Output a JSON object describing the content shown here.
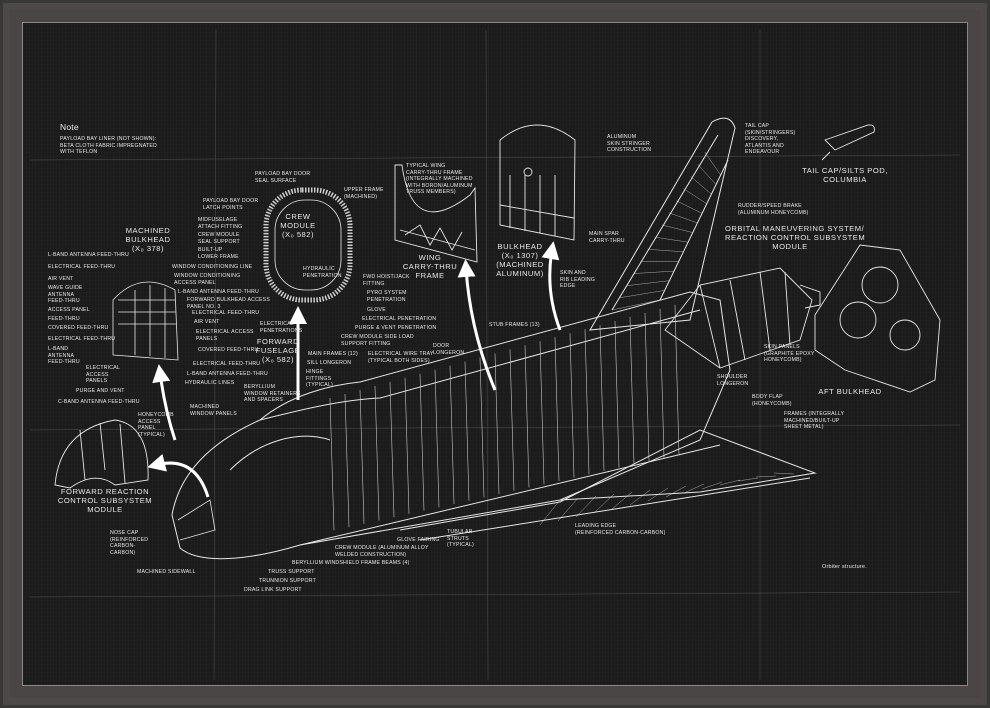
{
  "note": {
    "title": "Note",
    "text": "PAYLOAD BAY LINER (NOT SHOWN):\nBETA CLOTH FABRIC IMPREGNATED\nWITH TEFLON"
  },
  "titles": {
    "machined_bulkhead": "MACHINED\nBULKHEAD\n(X₀ 378)",
    "crew_module": "CREW\nMODULE\n(X₀ 582)",
    "forward_fuselage": "FORWARD\nFUSELAGE\n(X₀ 582)",
    "wing_carry_thru": "WING\nCARRY-THRU\nFRAME",
    "bulkhead_1307": "BULKHEAD\n(X₀ 1307)\n(MACHINED\nALUMINUM)",
    "tail_cap_columbia": "TAIL CAP/SILTS POD,\nCOLUMBIA",
    "oms_rcs": "ORBITAL MANEUVERING SYSTEM/\nREACTION CONTROL SUBSYSTEM\nMODULE",
    "aft_bulkhead": "AFT BULKHEAD",
    "forward_rcs": "FORWARD REACTION\nCONTROL SUBSYSTEM\nMODULE"
  },
  "bulkhead_labels_left": [
    "L-BAND ANTENNA FEED-THRU",
    "ELECTRICAL FEED-THRU",
    "AIR VENT",
    "WAVE GUIDE\nANTENNA\nFEED-THRU",
    "ACCESS PANEL",
    "FEED-THRU",
    "COVERED FEED-THRU",
    "ELECTRICAL FEED-THRU",
    "L-BAND\nANTENNA\nFEED-THRU",
    "ELECTRICAL\nACCESS\nPANELS",
    "PURGE AND VENT",
    "C-BAND ANTENNA FEED-THRU"
  ],
  "bulkhead_labels_right": [
    "WINDOW CONDITIONING LINE",
    "WINDOW CONDITIONING\nACCESS PANEL",
    "L-BAND ANTENNA FEED-THRU",
    "FORWARD BULKHEAD ACCESS\nPANEL NO. 3",
    "ELECTRICAL FEED-THRU",
    "AIR VENT",
    "ELECTRICAL ACCESS\nPANELS",
    "COVERED FEED-THRU",
    "ELECTRICAL FEED-THRU",
    "L-BAND ANTENNA FEED-THRU",
    "HYDRAULIC LINES"
  ],
  "crew_module_labels": [
    "PAYLOAD BAY DOOR\nSEAL SURFACE",
    "UPPER FRAME\n(MACHINED)",
    "PAYLOAD BAY DOOR\nLATCH POINTS",
    "MIDFUSELAGE\nATTACH FITTING",
    "CREW MODULE\nSEAL SUPPORT",
    "BUILT-UP\nLOWER FRAME",
    "HYDRAULIC\nPENETRATION",
    "FWD HOIST/JACK\nFITTING",
    "PYRO SYSTEM\nPENETRATION",
    "GLOVE",
    "ELECTRICAL PENETRATION",
    "PURGE & VENT PENETRATION",
    "CREW MODULE SIDE LOAD\nSUPPORT FITTING",
    "ELECTRICAL\nPENETRATIONS"
  ],
  "midbody_labels": [
    "MAIN FRAMES (12)",
    "SILL LONGERON",
    "HINGE\nFITTINGS\n(TYPICAL)",
    "ELECTRICAL WIRE TRAY\n(TYPICAL BOTH SIDES)",
    "DOOR\nLONGERON",
    "STUB FRAMES (13)",
    "BERYLLIUM\nWINDOW RETAINERS\nAND SPACERS",
    "MACHINED\nWINDOW PANELS",
    "TYPICAL WING\nCARRY-THRU FRAME\n(INTEGRALLY MACHINED\nWITH BORON/ALUMINUM\nTRUSS MEMBERS)",
    "MAIN SPAR\nCARRY-THRU",
    "SKIN AND\nRIB LEADING\nEDGE",
    "ALUMINUM\nSKIN STRINGER\nCONSTRUCTION"
  ],
  "aft_labels": [
    "TAIL CAP\n(SKIN/STRINGERS)\nDISCOVERY,\nATLANTIS AND\nENDEAVOUR",
    "RUDDER/SPEED BRAKE\n(ALUMINUM HONEYCOMB)",
    "SKIN PANELS\n(GRAPHITE EPOXY\nHONEYCOMB)",
    "SHOULDER\nLONGERON",
    "BODY FLAP\n(HONEYCOMB)",
    "FRAMES (INTEGRALLY\nMACHINED/BUILT-UP\nSHEET METAL)"
  ],
  "lower_labels": [
    "HONEYCOMB\nACCESS\nPANEL\n(TYPICAL)",
    "NOSE CAP\n(REINFORCED\nCARBON-\nCARBON)",
    "MACHINED SIDEWALL",
    "TRUSS SUPPORT",
    "TRUNNION SUPPORT",
    "DRAG LINK SUPPORT",
    "BERYLLIUM WINDSHIELD FRAME BEAMS (4)",
    "CREW MODULE (ALUMINUM ALLOY\nWELDED CONSTRUCTION)",
    "GLOVE FAIRING",
    "TUBULAR\nSTRUTS\n(TYPICAL)",
    "LEADING EDGE\n(REINFORCED CARBON-CARBON)"
  ],
  "caption": "Orbiter structure.",
  "colors": {
    "paper": "#1b1b1b",
    "frame": "#4a4646",
    "ink": "#e8e8e8"
  }
}
